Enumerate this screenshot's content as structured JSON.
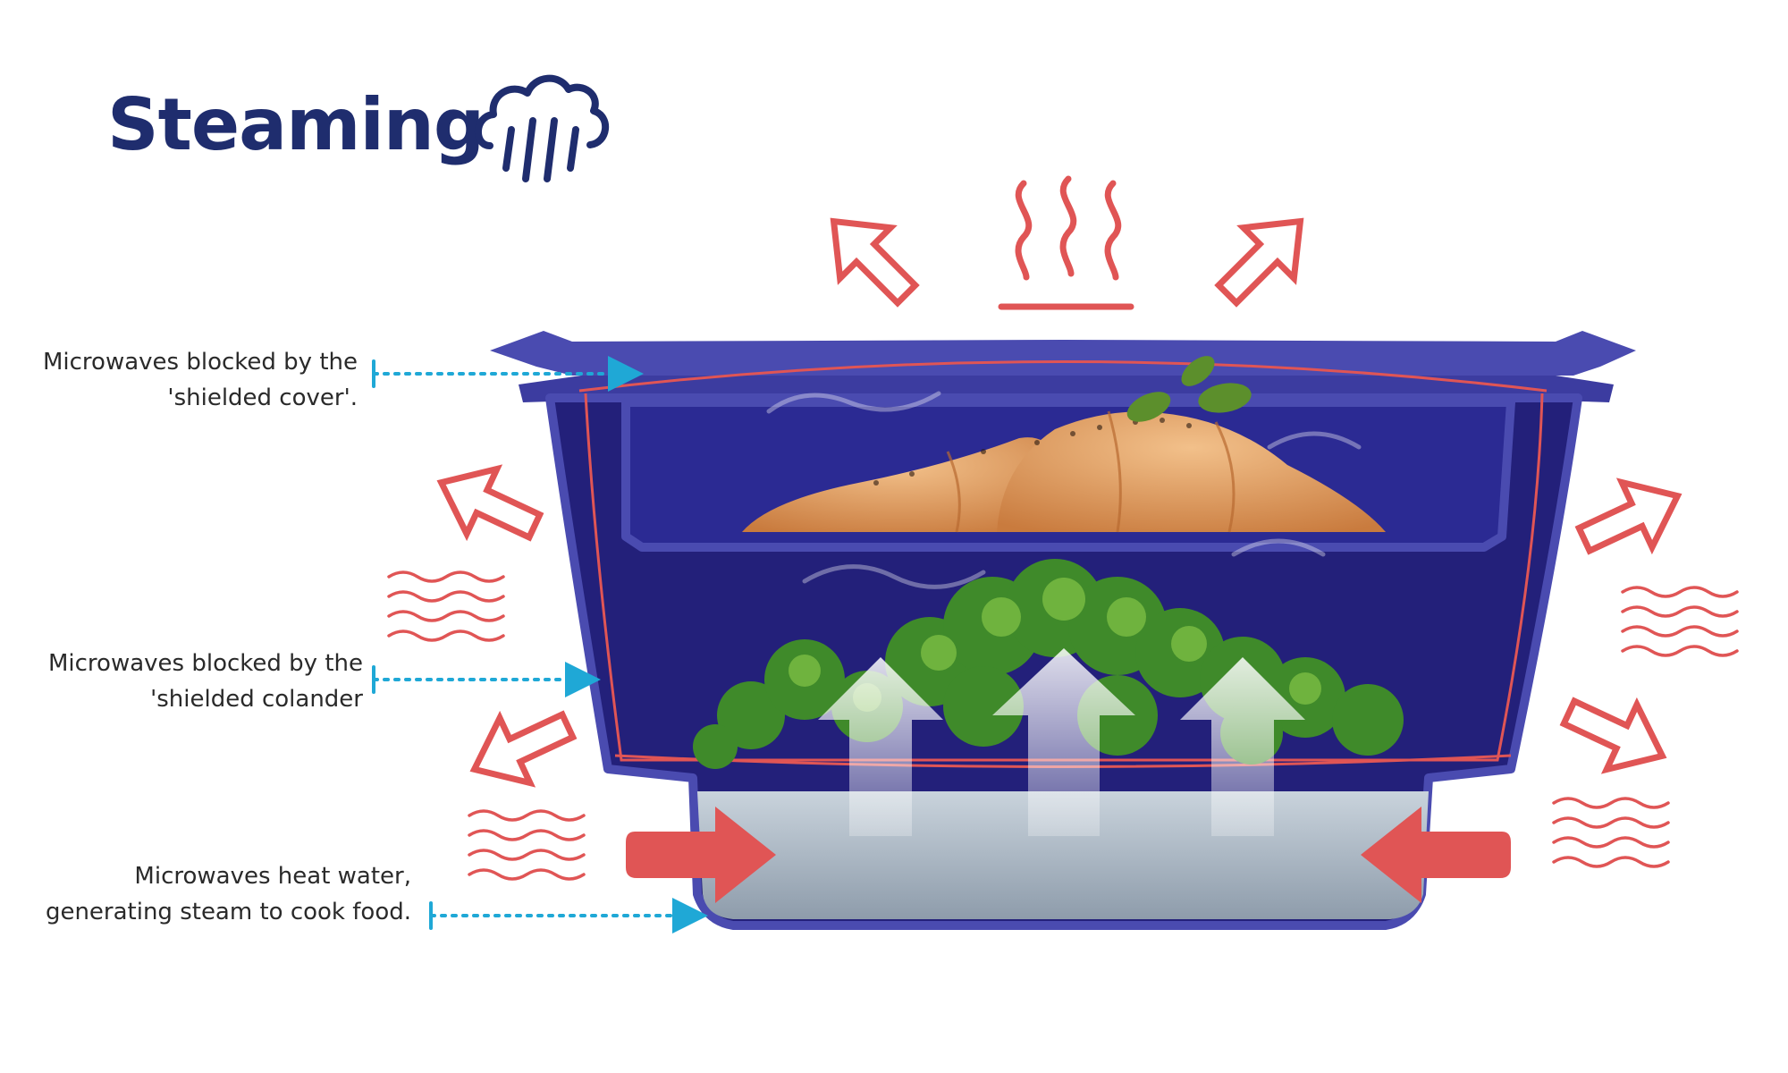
{
  "title": "Steaming",
  "colors": {
    "title": "#1f2d6e",
    "accent_red": "#e05555",
    "pointer_blue": "#1fa8d6",
    "container": "#23207a",
    "container_edge": "#4a4bb0",
    "water": "#a9b6c4",
    "broccoli": "#3f8a2a",
    "salmon": "#e3a062"
  },
  "icons": [
    "steam-cloud-icon",
    "heat-waves-icon",
    "radiation-arrow-icon",
    "microwave-wave-icon",
    "steam-up-arrow-icon"
  ],
  "labels": {
    "cover": {
      "line1": "Microwaves blocked by the",
      "line2": "'shielded cover'."
    },
    "colander": {
      "line1": "Microwaves blocked by the",
      "line2": "'shielded colander"
    },
    "water": {
      "line1": "Microwaves heat water,",
      "line2": "generating steam to cook food."
    }
  }
}
